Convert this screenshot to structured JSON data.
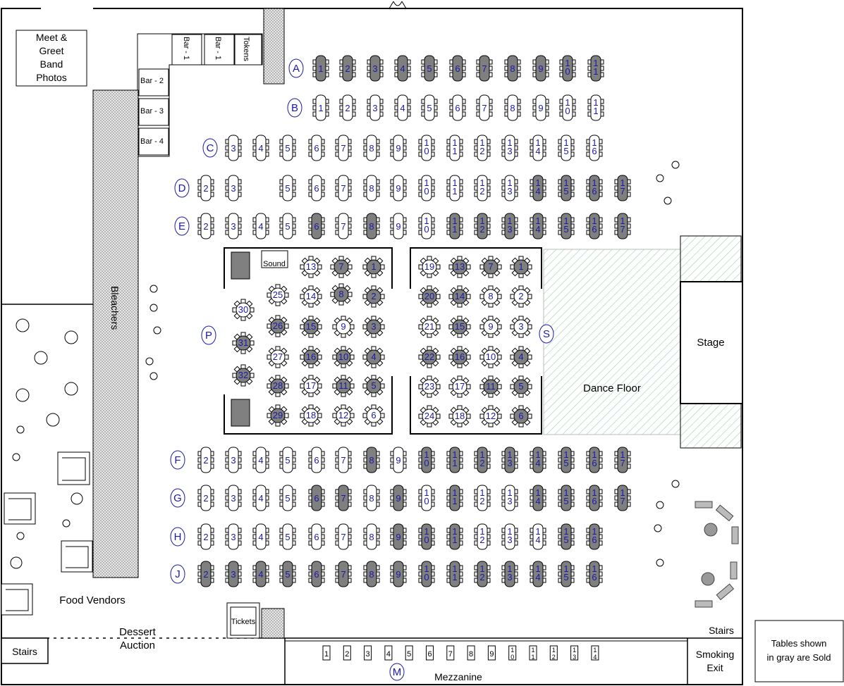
{
  "labels": {
    "meet_greet": [
      "Meet &",
      "Greet",
      "Band",
      "Photos"
    ],
    "bar_1": "Bar - 1",
    "bar_2": "Bar - 2",
    "bar_3": "Bar - 3",
    "bar_4": "Bar - 4",
    "tokens": "Tokens",
    "bleachers": "Bleachers",
    "sound": "Sound",
    "stage": "Stage",
    "dance_floor": "Dance Floor",
    "food_vendors": "Food Vendors",
    "dessert_auction": [
      "Dessert",
      "Auction"
    ],
    "tickets": "Tickets",
    "stairs_left": "Stairs",
    "stairs_right": "Stairs",
    "mezzanine": "Mezzanine",
    "smoking_exit": [
      "Smoking",
      "Exit"
    ],
    "legend": [
      "Tables shown",
      "in gray are Sold"
    ]
  },
  "section_labels": {
    "P": "P",
    "S": "S",
    "M": "M"
  },
  "colors": {
    "sold": "#7f7f7f",
    "available": "#ffffff",
    "number": "#1a1aa6",
    "hatch": "#9fcfb0"
  },
  "rect_rows": [
    {
      "label": "A",
      "tables": [
        {
          "n": "1",
          "sold": true
        },
        {
          "n": "2",
          "sold": true
        },
        {
          "n": "3",
          "sold": true
        },
        {
          "n": "4",
          "sold": true
        },
        {
          "n": "5",
          "sold": true
        },
        {
          "n": "6",
          "sold": true
        },
        {
          "n": "7",
          "sold": true
        },
        {
          "n": "8",
          "sold": true
        },
        {
          "n": "9",
          "sold": true
        },
        {
          "n": "10",
          "sold": true
        },
        {
          "n": "11",
          "sold": true
        }
      ]
    },
    {
      "label": "B",
      "tables": [
        {
          "n": "1",
          "sold": false
        },
        {
          "n": "2",
          "sold": false
        },
        {
          "n": "3",
          "sold": false
        },
        {
          "n": "4",
          "sold": false
        },
        {
          "n": "5",
          "sold": false
        },
        {
          "n": "6",
          "sold": false
        },
        {
          "n": "7",
          "sold": false
        },
        {
          "n": "8",
          "sold": false
        },
        {
          "n": "9",
          "sold": false
        },
        {
          "n": "10",
          "sold": false
        },
        {
          "n": "11",
          "sold": false
        }
      ]
    },
    {
      "label": "C",
      "tables": [
        {
          "n": "3",
          "sold": false
        },
        {
          "n": "4",
          "sold": false
        },
        {
          "n": "5",
          "sold": false
        },
        {
          "n": "6",
          "sold": false
        },
        {
          "n": "7",
          "sold": false
        },
        {
          "n": "8",
          "sold": false
        },
        {
          "n": "9",
          "sold": false
        },
        {
          "n": "10",
          "sold": false
        },
        {
          "n": "11",
          "sold": false
        },
        {
          "n": "12",
          "sold": false
        },
        {
          "n": "13",
          "sold": false
        },
        {
          "n": "14",
          "sold": false
        },
        {
          "n": "15",
          "sold": false
        },
        {
          "n": "16",
          "sold": false
        }
      ]
    },
    {
      "label": "D",
      "tables": [
        {
          "n": "2",
          "sold": false
        },
        {
          "n": "3",
          "sold": false
        },
        {
          "n": "5",
          "sold": false
        },
        {
          "n": "6",
          "sold": false
        },
        {
          "n": "7",
          "sold": false
        },
        {
          "n": "8",
          "sold": false
        },
        {
          "n": "9",
          "sold": false
        },
        {
          "n": "10",
          "sold": false
        },
        {
          "n": "11",
          "sold": false
        },
        {
          "n": "12",
          "sold": false
        },
        {
          "n": "13",
          "sold": false
        },
        {
          "n": "14",
          "sold": true
        },
        {
          "n": "15",
          "sold": true
        },
        {
          "n": "16",
          "sold": true
        },
        {
          "n": "17",
          "sold": true
        }
      ]
    },
    {
      "label": "E",
      "tables": [
        {
          "n": "2",
          "sold": false
        },
        {
          "n": "3",
          "sold": false
        },
        {
          "n": "4",
          "sold": false
        },
        {
          "n": "5",
          "sold": false
        },
        {
          "n": "6",
          "sold": true
        },
        {
          "n": "7",
          "sold": false
        },
        {
          "n": "8",
          "sold": true
        },
        {
          "n": "9",
          "sold": false
        },
        {
          "n": "10",
          "sold": false
        },
        {
          "n": "11",
          "sold": true
        },
        {
          "n": "12",
          "sold": true
        },
        {
          "n": "13",
          "sold": true
        },
        {
          "n": "14",
          "sold": true
        },
        {
          "n": "15",
          "sold": true
        },
        {
          "n": "16",
          "sold": true
        },
        {
          "n": "17",
          "sold": true
        }
      ]
    },
    {
      "label": "F",
      "tables": [
        {
          "n": "2",
          "sold": false
        },
        {
          "n": "3",
          "sold": false
        },
        {
          "n": "4",
          "sold": false
        },
        {
          "n": "5",
          "sold": false
        },
        {
          "n": "6",
          "sold": false
        },
        {
          "n": "7",
          "sold": false
        },
        {
          "n": "8",
          "sold": true
        },
        {
          "n": "9",
          "sold": false
        },
        {
          "n": "10",
          "sold": true
        },
        {
          "n": "11",
          "sold": true
        },
        {
          "n": "12",
          "sold": true
        },
        {
          "n": "13",
          "sold": true
        },
        {
          "n": "14",
          "sold": true
        },
        {
          "n": "15",
          "sold": true
        },
        {
          "n": "16",
          "sold": true
        },
        {
          "n": "17",
          "sold": true
        }
      ]
    },
    {
      "label": "G",
      "tables": [
        {
          "n": "2",
          "sold": false
        },
        {
          "n": "3",
          "sold": false
        },
        {
          "n": "4",
          "sold": false
        },
        {
          "n": "5",
          "sold": false
        },
        {
          "n": "6",
          "sold": true
        },
        {
          "n": "7",
          "sold": true
        },
        {
          "n": "8",
          "sold": false
        },
        {
          "n": "9",
          "sold": true
        },
        {
          "n": "10",
          "sold": false
        },
        {
          "n": "11",
          "sold": true
        },
        {
          "n": "12",
          "sold": false
        },
        {
          "n": "13",
          "sold": false
        },
        {
          "n": "14",
          "sold": true
        },
        {
          "n": "15",
          "sold": true
        },
        {
          "n": "16",
          "sold": true
        },
        {
          "n": "17",
          "sold": true
        }
      ]
    },
    {
      "label": "H",
      "tables": [
        {
          "n": "2",
          "sold": false
        },
        {
          "n": "3",
          "sold": false
        },
        {
          "n": "4",
          "sold": false
        },
        {
          "n": "5",
          "sold": false
        },
        {
          "n": "6",
          "sold": false
        },
        {
          "n": "7",
          "sold": false
        },
        {
          "n": "8",
          "sold": false
        },
        {
          "n": "9",
          "sold": true
        },
        {
          "n": "10",
          "sold": true
        },
        {
          "n": "11",
          "sold": true
        },
        {
          "n": "12",
          "sold": false
        },
        {
          "n": "13",
          "sold": false
        },
        {
          "n": "14",
          "sold": false
        },
        {
          "n": "15",
          "sold": true
        },
        {
          "n": "16",
          "sold": true
        }
      ]
    },
    {
      "label": "J",
      "tables": [
        {
          "n": "2",
          "sold": true
        },
        {
          "n": "3",
          "sold": true
        },
        {
          "n": "4",
          "sold": true
        },
        {
          "n": "5",
          "sold": true
        },
        {
          "n": "6",
          "sold": true
        },
        {
          "n": "7",
          "sold": true
        },
        {
          "n": "8",
          "sold": true
        },
        {
          "n": "9",
          "sold": true
        },
        {
          "n": "10",
          "sold": true
        },
        {
          "n": "11",
          "sold": true
        },
        {
          "n": "12",
          "sold": true
        },
        {
          "n": "13",
          "sold": true
        },
        {
          "n": "14",
          "sold": true
        },
        {
          "n": "15",
          "sold": true
        },
        {
          "n": "16",
          "sold": true
        }
      ]
    }
  ],
  "rounds_p": [
    {
      "n": "13",
      "sold": false
    },
    {
      "n": "7",
      "sold": true
    },
    {
      "n": "1",
      "sold": true
    },
    {
      "n": "25",
      "sold": false
    },
    {
      "n": "14",
      "sold": false
    },
    {
      "n": "8",
      "sold": true
    },
    {
      "n": "2",
      "sold": true
    },
    {
      "n": "30",
      "sold": false
    },
    {
      "n": "26",
      "sold": true
    },
    {
      "n": "15",
      "sold": true
    },
    {
      "n": "9",
      "sold": false
    },
    {
      "n": "3",
      "sold": true
    },
    {
      "n": "31",
      "sold": true
    },
    {
      "n": "27",
      "sold": false
    },
    {
      "n": "16",
      "sold": true
    },
    {
      "n": "10",
      "sold": true
    },
    {
      "n": "4",
      "sold": true
    },
    {
      "n": "32",
      "sold": true
    },
    {
      "n": "28",
      "sold": true
    },
    {
      "n": "17",
      "sold": false
    },
    {
      "n": "11",
      "sold": true
    },
    {
      "n": "5",
      "sold": true
    },
    {
      "n": "29",
      "sold": true
    },
    {
      "n": "18",
      "sold": false
    },
    {
      "n": "12",
      "sold": false
    },
    {
      "n": "6",
      "sold": false
    }
  ],
  "rounds_s": [
    {
      "n": "19",
      "sold": false
    },
    {
      "n": "13",
      "sold": true
    },
    {
      "n": "7",
      "sold": true
    },
    {
      "n": "1",
      "sold": true
    },
    {
      "n": "20",
      "sold": true
    },
    {
      "n": "14",
      "sold": true
    },
    {
      "n": "8",
      "sold": false
    },
    {
      "n": "2",
      "sold": false
    },
    {
      "n": "21",
      "sold": false
    },
    {
      "n": "15",
      "sold": true
    },
    {
      "n": "9",
      "sold": false
    },
    {
      "n": "3",
      "sold": false
    },
    {
      "n": "22",
      "sold": true
    },
    {
      "n": "16",
      "sold": true
    },
    {
      "n": "10",
      "sold": false
    },
    {
      "n": "4",
      "sold": true
    },
    {
      "n": "23",
      "sold": false
    },
    {
      "n": "17",
      "sold": false
    },
    {
      "n": "11",
      "sold": true
    },
    {
      "n": "5",
      "sold": true
    },
    {
      "n": "24",
      "sold": false
    },
    {
      "n": "18",
      "sold": false
    },
    {
      "n": "12",
      "sold": false
    },
    {
      "n": "6",
      "sold": true
    }
  ],
  "mezzanine_tables": [
    "1",
    "2",
    "3",
    "4",
    "5",
    "6",
    "7",
    "8",
    "9",
    "10",
    "11",
    "12",
    "13",
    "14"
  ]
}
